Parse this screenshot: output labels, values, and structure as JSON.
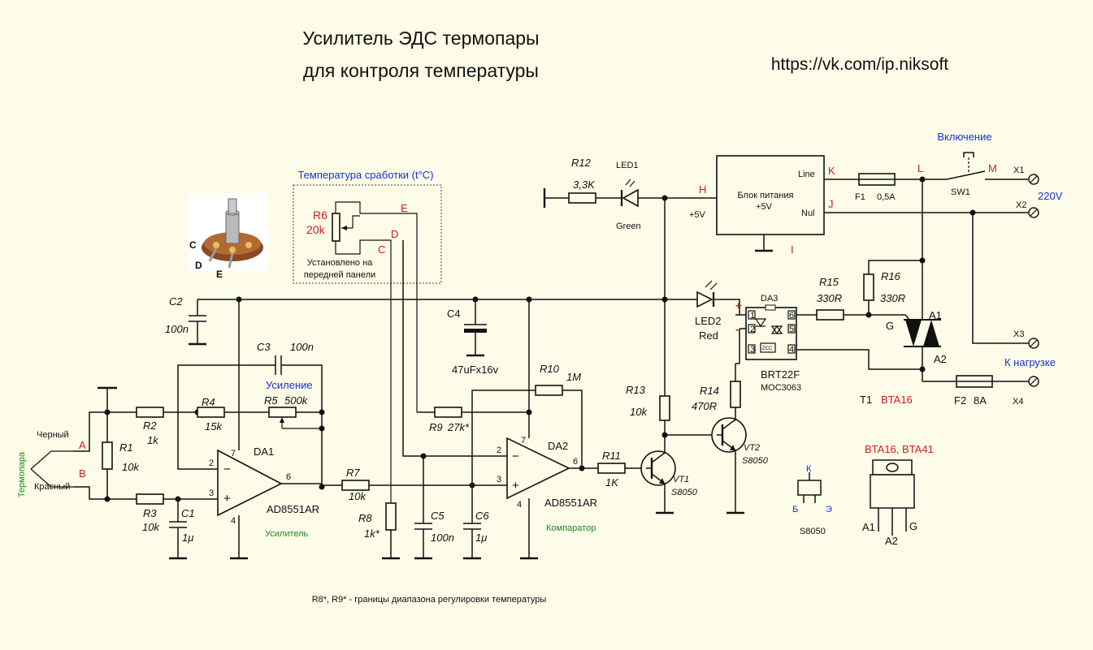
{
  "title": {
    "line1": "Усилитель ЭДС термопары",
    "line2": "для контроля температуры"
  },
  "url": "https://vk.com/ip.niksoft",
  "footnote": "R8*, R9* - границы диапазона регулировки температуры",
  "thermocouple": {
    "label": "Термопара",
    "black": "Черный",
    "red": "Красный",
    "pointA": "A",
    "pointB": "B"
  },
  "setpoint_box": {
    "title": "Температура сработки (t°C)",
    "r6_name": "R6",
    "r6_value": "20k",
    "note_line1": "Установлено на",
    "note_line2": "передней панели",
    "pin_c": "C",
    "pin_d": "D",
    "pin_e": "E"
  },
  "pot_photo": {
    "pin_c": "C",
    "pin_d": "D",
    "pin_e": "E"
  },
  "resistors": {
    "R1": {
      "name": "R1",
      "value": "10k"
    },
    "R2": {
      "name": "R2",
      "value": "1k"
    },
    "R3": {
      "name": "R3",
      "value": "10k"
    },
    "R4": {
      "name": "R4",
      "value": "15k"
    },
    "R5": {
      "name": "R5",
      "value": "500k"
    },
    "R7": {
      "name": "R7",
      "value": "10k"
    },
    "R8": {
      "name": "R8",
      "value": "1k*"
    },
    "R9": {
      "name": "R9",
      "value": "27k*"
    },
    "R10": {
      "name": "R10",
      "value": "1M"
    },
    "R11": {
      "name": "R11",
      "value": "1K"
    },
    "R12": {
      "name": "R12",
      "value": "3,3K"
    },
    "R13": {
      "name": "R13",
      "value": "10k"
    },
    "R14": {
      "name": "R14",
      "value": "470R"
    },
    "R15": {
      "name": "R15",
      "value": "330R"
    },
    "R16": {
      "name": "R16",
      "value": "330R"
    }
  },
  "capacitors": {
    "C1": {
      "name": "C1",
      "value": "1μ"
    },
    "C2": {
      "name": "C2",
      "value": "100n"
    },
    "C3": {
      "name": "C3",
      "value": "100n"
    },
    "C4": {
      "name": "C4",
      "value": "47uFx16v"
    },
    "C5": {
      "name": "C5",
      "value": "100n"
    },
    "C6": {
      "name": "C6",
      "value": "1μ"
    }
  },
  "opamps": {
    "DA1": {
      "name": "DA1",
      "part": "AD8551AR",
      "role": "Усилитель",
      "gain_label": "Усиление"
    },
    "DA2": {
      "name": "DA2",
      "part": "AD8551AR",
      "role": "Компаратор"
    }
  },
  "opamp_pins": {
    "p2": "2",
    "p3": "3",
    "p4": "4",
    "p6": "6",
    "p7": "7"
  },
  "transistors": {
    "VT1": {
      "name": "VT1",
      "part": "S8050"
    },
    "VT2": {
      "name": "VT2",
      "part": "S8050"
    }
  },
  "leds": {
    "LED1": {
      "name": "LED1",
      "color": "Green"
    },
    "LED2": {
      "name": "LED2",
      "color": "Red"
    }
  },
  "optocoupler": {
    "name": "DA3",
    "part1": "BRT22F",
    "part2": "MOC3063",
    "pins": [
      "1",
      "2",
      "3",
      "4",
      "5",
      "6"
    ],
    "plus": "+",
    "minus": "-",
    "zcc": "ZCC"
  },
  "power_supply": {
    "name_line1": "Блок питания",
    "name_line2": "+5V",
    "line": "Line",
    "nul": "Nul",
    "plus5v": "+5V",
    "pt_h": "H",
    "pt_k": "K",
    "pt_j": "J",
    "pt_i": "I"
  },
  "fuses": {
    "F1": {
      "name": "F1",
      "value": "0,5A"
    },
    "F2": {
      "name": "F2",
      "value": "8A"
    }
  },
  "switch": {
    "title": "Включение",
    "name": "SW1",
    "pt_l": "L",
    "pt_m": "M"
  },
  "triac": {
    "name": "T1",
    "part": "BTA16",
    "a1": "A1",
    "a2": "A2",
    "g": "G"
  },
  "terminals": {
    "x1": "X1",
    "x2": "X2",
    "x3": "X3",
    "x4": "X4"
  },
  "mains": "220V",
  "load_label": "К нагрузке",
  "s8050_pinout": {
    "k": "К",
    "b": "Б",
    "e": "Э",
    "name": "S8050"
  },
  "triac_pinout": {
    "title": "BTA16, BTA41",
    "a1": "A1",
    "a2": "A2",
    "g": "G"
  },
  "colors": {
    "background": "#fcfce8",
    "red_label": "#d41a1a",
    "blue_label": "#1a2fd6",
    "green_label": "#1e8a1e",
    "wire": "#111111"
  }
}
